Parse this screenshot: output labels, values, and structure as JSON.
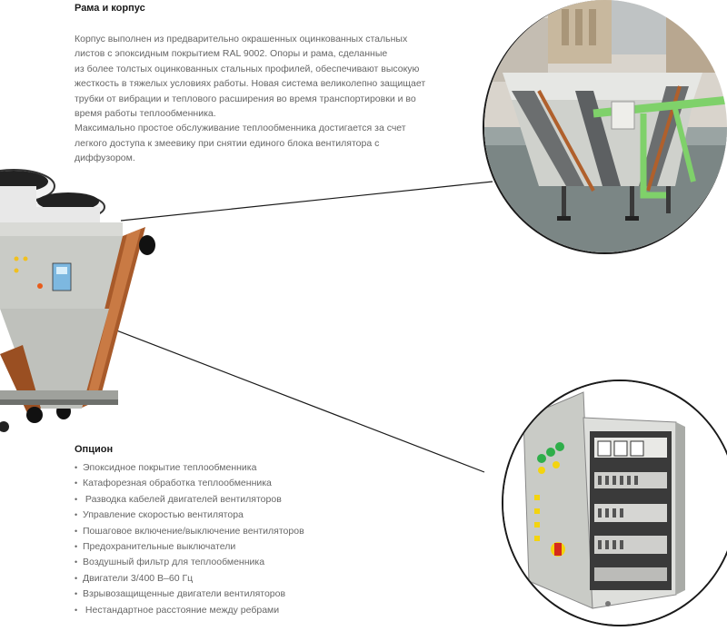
{
  "frame_section": {
    "title": "Рама и корпус",
    "paragraph_lines": [
      "Корпус выполнен из предварительно окрашенных оцинкованных стальных",
      "листов с эпоксидным покрытием RAL 9002. Опоры и рама, сделанные",
      "из более толстых оцинкованных стальных профилей, обеспечивают высокую",
      "жесткость в тяжелых условиях работы. Новая система великолепно защищает",
      "трубки от вибрации и теплового расширения во время транспортировки и во",
      "время работы теплообменника.",
      "Максимально простое обслуживание теплообменника достигается за счет",
      "легкого доступа к змеевику при снятии единого блока вентилятора с",
      "диффузором."
    ]
  },
  "options_section": {
    "title": "Опцион",
    "bullet": "•",
    "items": [
      "Эпоксидное покрытие теплообменника",
      "Катафорезная обработка теплообменника",
      " Разводка кабелей двигателей вентиляторов",
      "Управление скоростью вентилятора",
      "Пошаговое включение/выключение вентиляторов",
      "Предохранительные выключатели",
      "Воздушный фильтр для теплообменника",
      "Двигатели 3/400 В–60 Гц",
      "Взрывозащищенные двигатели вентиляторов",
      " Нестандартное расстояние между ребрами"
    ]
  },
  "colors": {
    "title": "#1a1a1a",
    "body_text": "#666666",
    "leader_line": "#1a1a1a",
    "pipe_green": "#7fd16a",
    "copper": "#b0602c",
    "cabinet_grey": "#c9cbc6"
  },
  "icons": {
    "photo_rooftop": "rooftop-drycooler-photo",
    "photo_panel": "control-panel-photo",
    "unit": "drycooler-unit-illustration"
  }
}
